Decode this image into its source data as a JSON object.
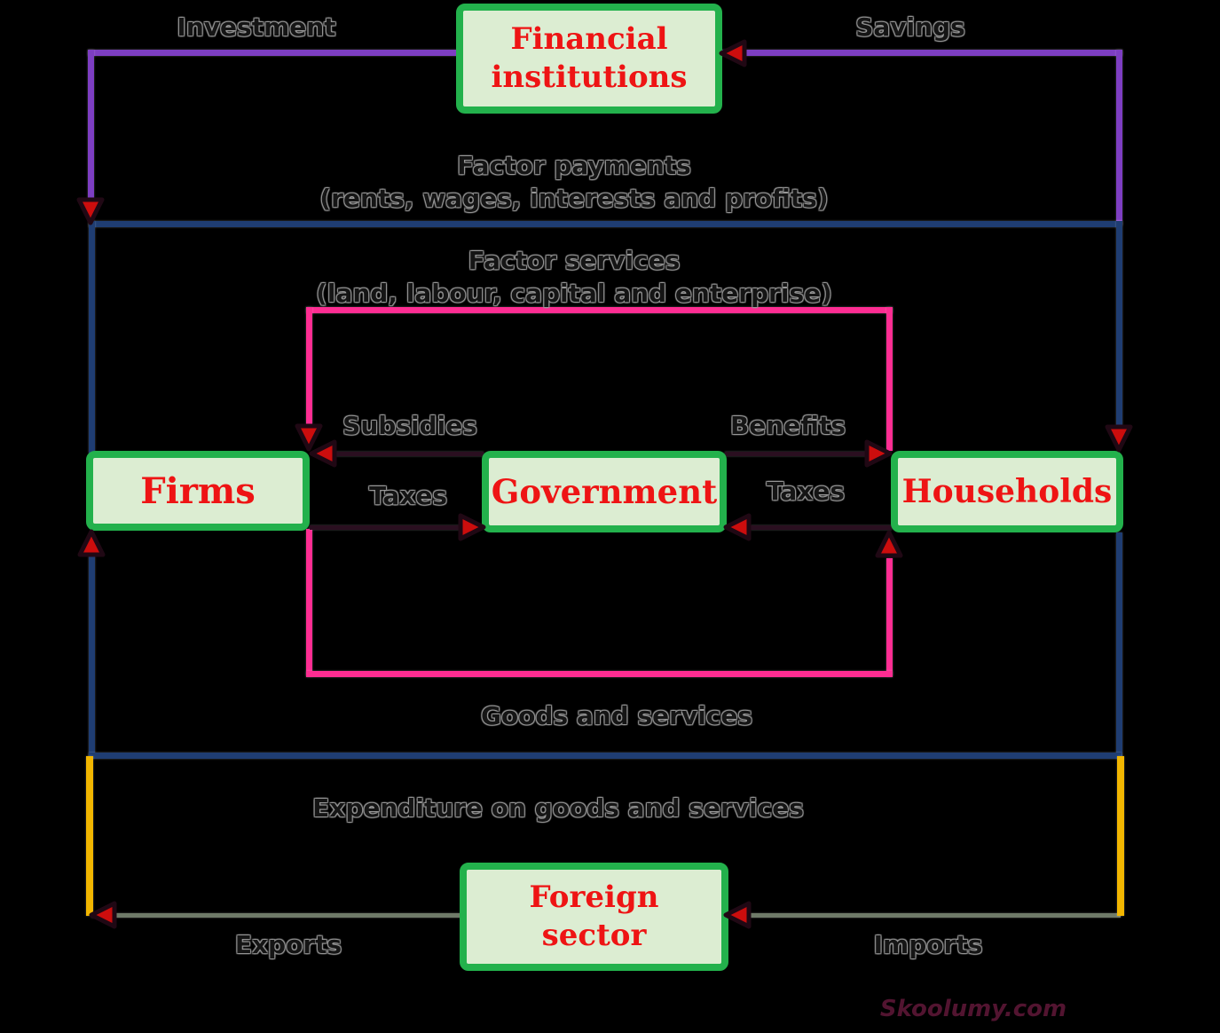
{
  "colors": {
    "background": "#000000",
    "box-border": "#23b14c",
    "box-fill": "#dcedd2",
    "box-text": "#ee1414",
    "label-text": "#151515",
    "label-halo": "#9c9c9c",
    "purple": "#7d3ec2",
    "navy": "#1f3d72",
    "pink": "#fd2d92",
    "yellow": "#f2b600",
    "gray": "#6f7a68",
    "dark": "#2a0f20",
    "arrow-fill": "#cc0d0d",
    "arrow-stroke": "#200814",
    "watermark": "#521430"
  },
  "nodes": {
    "financial_institutions": {
      "label": "Financial\ninstitutions"
    },
    "firms": {
      "label": "Firms"
    },
    "government": {
      "label": "Government"
    },
    "households": {
      "label": "Households"
    },
    "foreign_sector": {
      "label": "Foreign\nsector"
    }
  },
  "labels": {
    "investment": "Investment",
    "savings": "Savings",
    "factor_payments": "Factor payments\n(rents, wages, interests and profits)",
    "factor_services": "Factor services\n(land, labour, capital and enterprise)",
    "subsidies": "Subsidies",
    "taxes_firms": "Taxes",
    "benefits": "Benefits",
    "taxes_households": "Taxes",
    "goods_and_services": "Goods and services",
    "expenditure": "Expenditure on goods and services",
    "exports": "Exports",
    "imports": "Imports"
  },
  "watermark": "Skoolumy.com"
}
